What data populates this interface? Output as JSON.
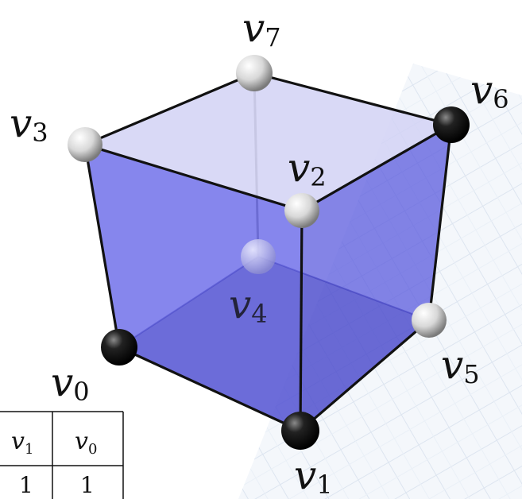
{
  "vertices": [
    {
      "id": "v0",
      "base": "v",
      "sub": "0",
      "state": "dark"
    },
    {
      "id": "v1",
      "base": "v",
      "sub": "1",
      "state": "dark"
    },
    {
      "id": "v2",
      "base": "v",
      "sub": "2",
      "state": "light"
    },
    {
      "id": "v3",
      "base": "v",
      "sub": "3",
      "state": "light"
    },
    {
      "id": "v4",
      "base": "v",
      "sub": "4",
      "state": "hidden"
    },
    {
      "id": "v5",
      "base": "v",
      "sub": "5",
      "state": "light"
    },
    {
      "id": "v6",
      "base": "v",
      "sub": "6",
      "state": "dark"
    },
    {
      "id": "v7",
      "base": "v",
      "sub": "7",
      "state": "light"
    }
  ],
  "table": {
    "headers": [
      {
        "base": "v",
        "sub": "1"
      },
      {
        "base": "v",
        "sub": "0"
      }
    ],
    "row": [
      "1",
      "1"
    ]
  },
  "colors": {
    "cube_face": "#5a5ae6",
    "cube_face_light": "#c8c8f4",
    "edge": "#111111",
    "sphere_dark": "#111111",
    "sphere_light": "#e8e8e8",
    "background_pattern": "#d9e2ee"
  }
}
